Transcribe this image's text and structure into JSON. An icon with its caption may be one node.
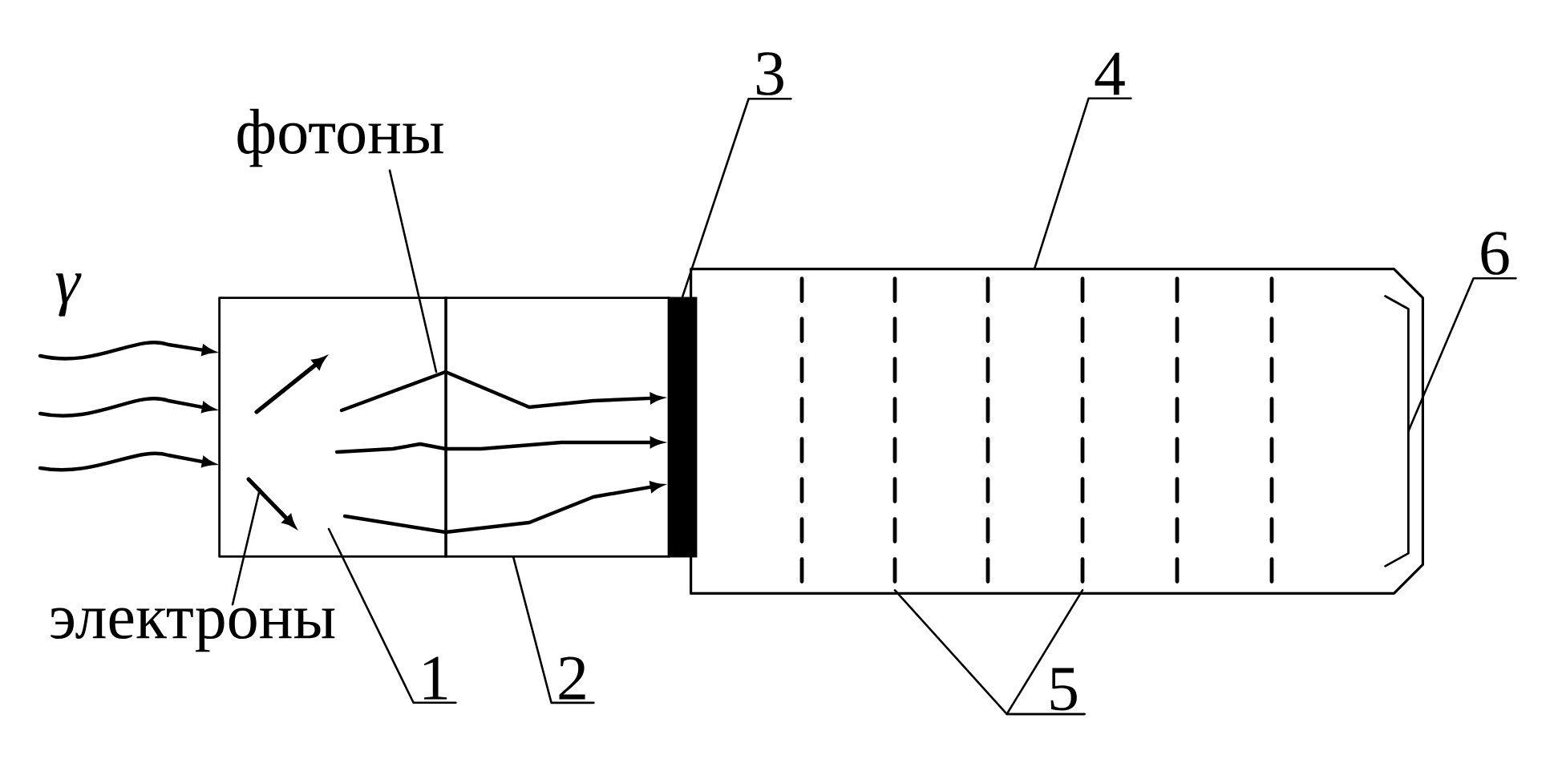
{
  "diagram": {
    "nodes": [
      {
        "text": [
          "фотоны"
        ]
      },
      {
        "text": [
          "электроны"
        ]
      },
      {
        "text": [
          "1"
        ]
      },
      {
        "text": [
          "2"
        ]
      },
      {
        "text": [
          "3"
        ]
      },
      {
        "text": [
          "4"
        ]
      },
      {
        "text": [
          "5"
        ]
      },
      {
        "text": [
          "6"
        ]
      },
      {
        "text": [],
        "shape": "box"
      },
      {
        "text": [],
        "shape": "box"
      },
      {
        "text": [],
        "shape": "bar"
      },
      {
        "text": [],
        "shape": "box"
      },
      {
        "text": [],
        "shape": "line",
        "in": 11
      },
      {
        "text": [],
        "shape": "line",
        "in": 11
      },
      {
        "text": [],
        "shape": "line",
        "in": 11
      },
      {
        "text": [],
        "shape": "line",
        "in": 11
      },
      {
        "text": [],
        "shape": "line",
        "in": 11
      },
      {
        "text": [],
        "shape": "line",
        "in": 11
      },
      {
        "text": [],
        "shape": "bracket",
        "in": 11
      }
    ],
    "edges": [
      {
        "from": 0,
        "to": 8,
        "arrow": "none"
      },
      {
        "from": 1,
        "to": 8,
        "arrow": "none"
      },
      {
        "from": 2,
        "to": 8,
        "arrow": "none"
      },
      {
        "from": 3,
        "to": 9,
        "arrow": "none"
      },
      {
        "from": 4,
        "to": 10,
        "arrow": "none"
      },
      {
        "from": 5,
        "to": 11,
        "arrow": "none"
      },
      {
        "from": 6,
        "to": 13,
        "arrow": "none"
      },
      {
        "from": 6,
        "to": 15,
        "arrow": "none"
      },
      {
        "from": 7,
        "to": 18,
        "arrow": "none"
      },
      {
        "from": null,
        "to": 8,
        "arrow": "to"
      },
      {
        "from": null,
        "to": 8,
        "arrow": "to"
      },
      {
        "from": null,
        "to": 8,
        "arrow": "to"
      },
      {
        "from": 8,
        "to": 9,
        "arrow": "none"
      },
      {
        "from": 8,
        "to": 9,
        "arrow": "none"
      },
      {
        "from": 8,
        "to": 9,
        "arrow": "none"
      },
      {
        "from": 9,
        "to": 10,
        "arrow": "to"
      },
      {
        "from": 9,
        "to": 10,
        "arrow": "to"
      },
      {
        "from": 9,
        "to": 10,
        "arrow": "to"
      }
    ],
    "labels": [
      "γ"
    ]
  }
}
